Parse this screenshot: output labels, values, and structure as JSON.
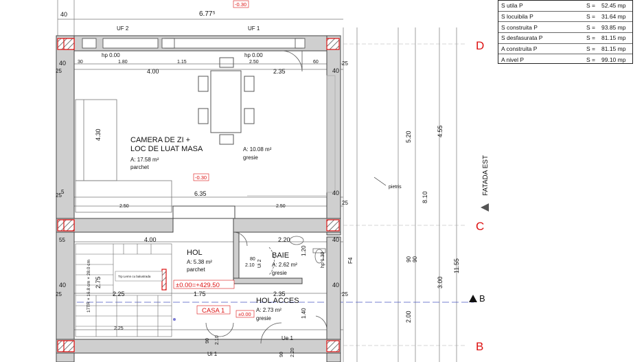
{
  "legend": [
    {
      "label": "S utila P",
      "sym": "S =",
      "value": "52.45 mp"
    },
    {
      "label": "S locuibila P",
      "sym": "S =",
      "value": "31.64 mp"
    },
    {
      "label": "S construita P",
      "sym": "S =",
      "value": "93.85 mp"
    },
    {
      "label": "S desfasurata P",
      "sym": "S =",
      "value": "81.15 mp"
    },
    {
      "label": "A construita P",
      "sym": "S =",
      "value": "81.15 mp"
    },
    {
      "label": "A nivel P",
      "sym": "S =",
      "value": "99.10 mp"
    }
  ],
  "rooms": {
    "living": {
      "name_1": "CAMERA DE ZI  +",
      "name_2": "LOC DE LUAT MASA",
      "area": "A: 17.58 m²",
      "floor": "parchet"
    },
    "kitchen": {
      "area": "A: 10.08 m²",
      "floor": "gresie"
    },
    "hol": {
      "name": "HOL",
      "area": "A: 5.38 m²",
      "floor": "parchet"
    },
    "baie": {
      "name": "BAIE",
      "area": "A: 2.62 m²",
      "floor": "gresie"
    },
    "hol_acces": {
      "name": "HOL ACCES",
      "area": "A: 2.73 m²",
      "floor": "gresie"
    }
  },
  "axes": {
    "d": "D",
    "c": "C",
    "b_upper": "B",
    "b_lower": "B"
  },
  "labels": {
    "fatada": "FATADA EST",
    "pietris": "pietris",
    "casa": "CASA 1",
    "level_main": "±0.00=+429.50",
    "level_minus_top": "-0.30",
    "level_minus_mid": "-0.30",
    "level_zero": "±0.00",
    "uf2": "UF 2",
    "uf1": "UF 1",
    "hp_left": "hp 0.00",
    "hp_right": "hp 0.00",
    "hp_bath": "hp 1.30",
    "ue1": "Ue 1",
    "ui1": "Ui 1",
    "ui2": "Ui 2",
    "f4": "F4",
    "stairs": "17TR × 16.8 cm × 28.0 cm",
    "stairs_note": "Trp Lemn cu balustrada"
  },
  "dims": {
    "d_677": "6.77⁵",
    "d_40a": "40",
    "d_400": "4.00",
    "d_235a": "2.35",
    "d_180": "1.80",
    "d_115": "1.15",
    "d_250": "2.50",
    "d_30": "30",
    "d_60": "60",
    "d_430": "4.30",
    "d_635": "6.35",
    "d_250b": "2.50",
    "d_250c": "2.50",
    "d_400b": "4.00",
    "d_220": "2.20",
    "d_275": "2.75",
    "d_225": "2.25",
    "d_175": "1.75",
    "d_235b": "2.35",
    "d_225b": "2.25",
    "d_120": "1.20",
    "d_140": "1.40",
    "d_520": "5.20",
    "d_455": "4.55",
    "d_810": "8.10",
    "d_1155": "11.55",
    "d_300": "3.00",
    "d_200": "2.00",
    "d_90a": "90",
    "d_90b": "90",
    "d_80": "80",
    "d_210a": "2.10",
    "d_210b": "2.10",
    "d_220b": "2.20",
    "d_25": "25",
    "d_5": "5",
    "d_55": "55",
    "d_40": "40"
  }
}
